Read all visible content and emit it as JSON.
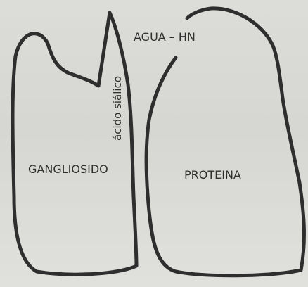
{
  "labels": {
    "agua_hn": "AGUA – HN",
    "acido_sialico": "ácido siálico",
    "gangliosido": "GANGLIOSIDO",
    "proteina": "PROTEINA"
  }
}
